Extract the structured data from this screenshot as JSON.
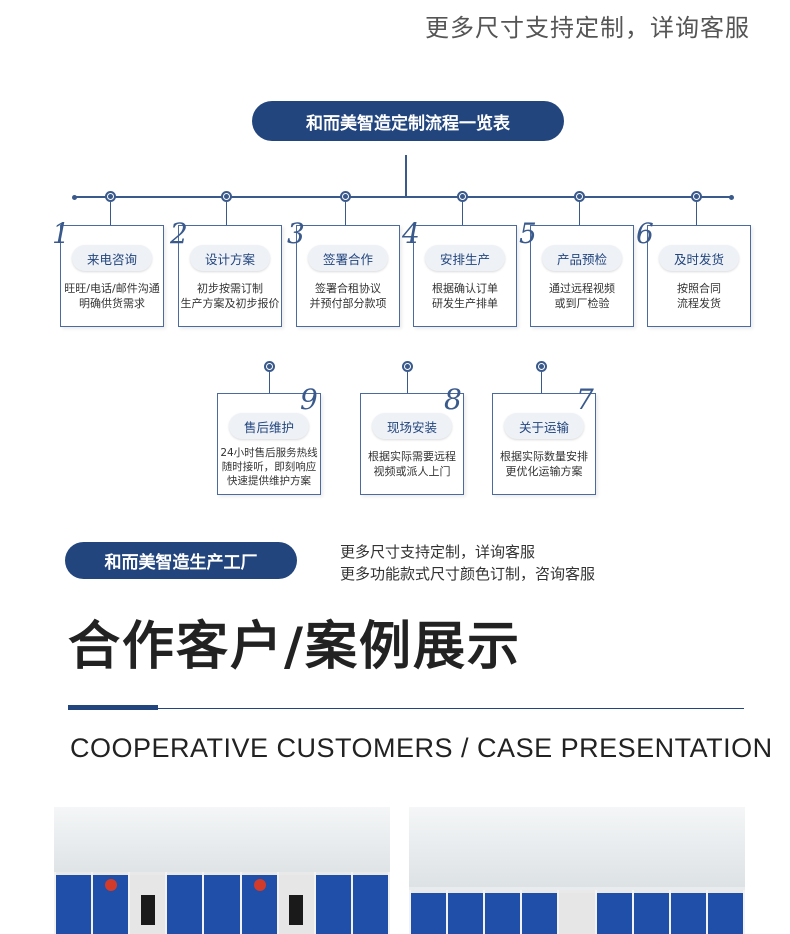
{
  "top_note": "更多尺寸支持定制，详询客服",
  "process": {
    "title": "和而美智造定制流程一览表",
    "steps": [
      {
        "num": "1",
        "title": "来电咨询",
        "desc": "旺旺/电话/邮件沟通\n明确供货需求"
      },
      {
        "num": "2",
        "title": "设计方案",
        "desc": "初步按需订制\n生产方案及初步报价"
      },
      {
        "num": "3",
        "title": "签署合作",
        "desc": "签署合租协议\n并预付部分款项"
      },
      {
        "num": "4",
        "title": "安排生产",
        "desc": "根据确认订单\n研发生产排单"
      },
      {
        "num": "5",
        "title": "产品预检",
        "desc": "通过远程视频\n或到厂检验"
      },
      {
        "num": "6",
        "title": "及时发货",
        "desc": "按照合同\n流程发货"
      },
      {
        "num": "9",
        "title": "售后维护",
        "desc": "24小时售后服务热线\n随时接听，即刻响应\n快速提供维护方案"
      },
      {
        "num": "8",
        "title": "现场安装",
        "desc": "根据实际需要远程\n视频或派人上门"
      },
      {
        "num": "7",
        "title": "关于运输",
        "desc": "根据实际数量安排\n更优化运输方案"
      }
    ]
  },
  "factory": {
    "label": "和而美智造生产工厂",
    "note_line1": "更多尺寸支持定制，详询客服",
    "note_line2": "更多功能款式尺寸颜色订制，咨询客服"
  },
  "cases": {
    "title": "合作客户/案例展示",
    "subtitle_en": "COOPERATIVE CUSTOMERS / CASE PRESENTATION"
  },
  "colors": {
    "accent": "#22457e",
    "locker_blue": "#1f4fa8"
  }
}
